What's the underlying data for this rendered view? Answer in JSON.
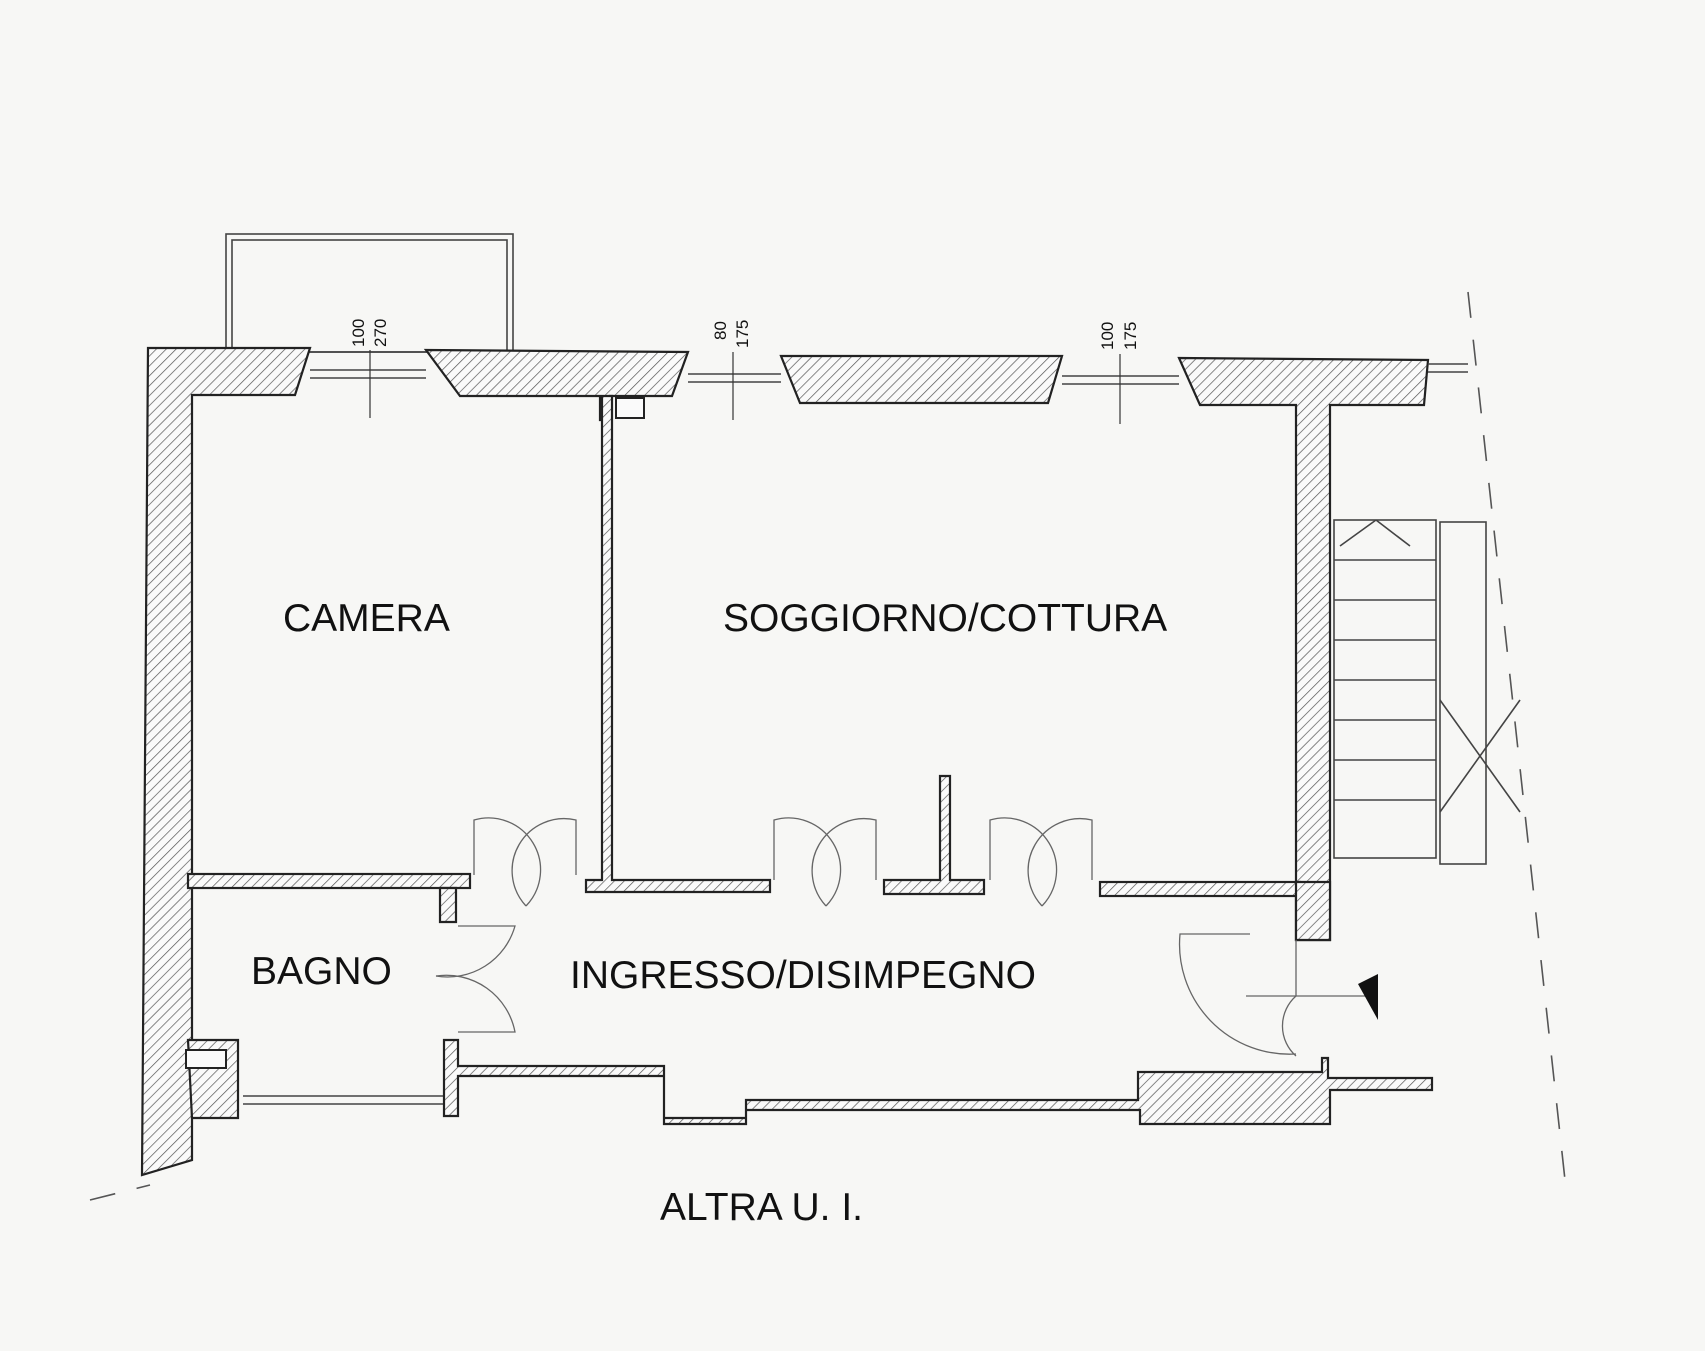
{
  "rooms": {
    "camera": "CAMERA",
    "soggiorno": "SOGGIORNO/COTTURA",
    "bagno": "BAGNO",
    "ingresso": "INGRESSO/DISIMPEGNO"
  },
  "neighbor_label": "ALTRA U. I.",
  "windows": [
    {
      "width": "100",
      "height": "270"
    },
    {
      "width": "80",
      "height": "175"
    },
    {
      "width": "100",
      "height": "175"
    }
  ],
  "colors": {
    "wall_stroke": "#222222",
    "hatch": "#555555",
    "background": "#f7f7f5"
  }
}
